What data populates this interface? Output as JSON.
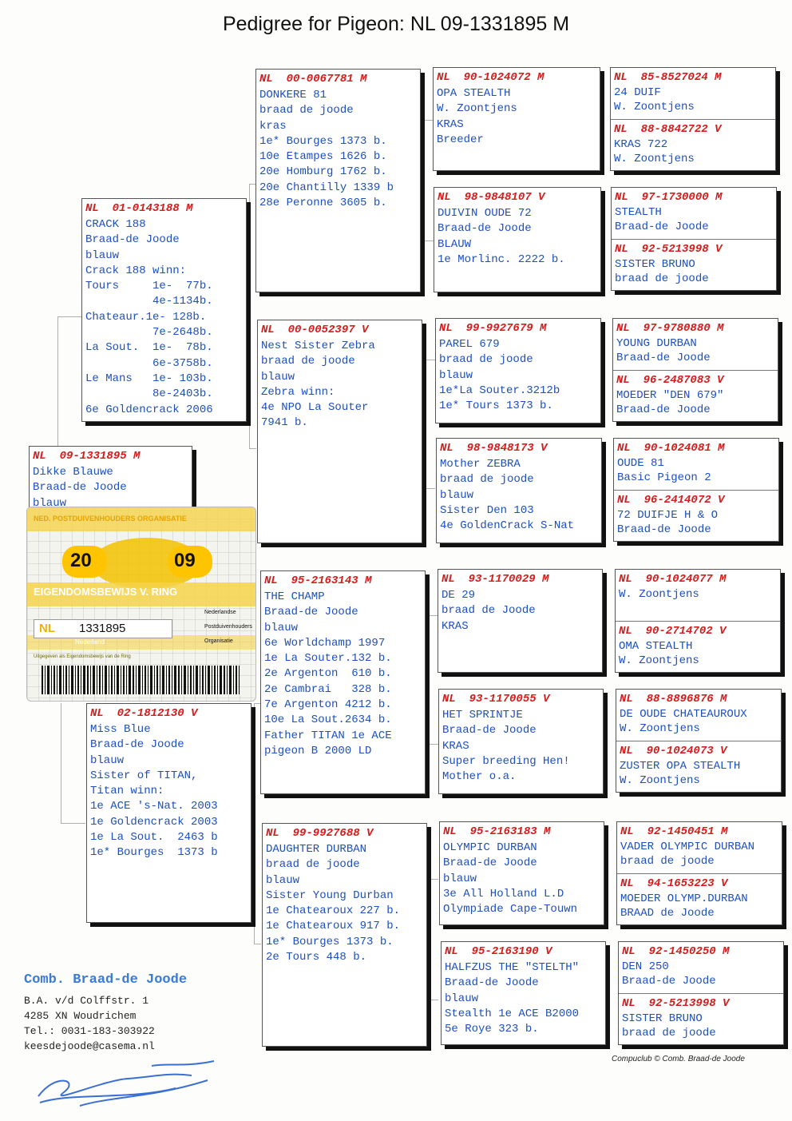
{
  "title": "Pedigree for Pigeon: NL  09-1331895 M",
  "subject": {
    "ring": "NL  09-1331895 M",
    "lines": [
      "Dikke Blauwe",
      "Braad-de Joode",
      "blauw"
    ]
  },
  "sire": {
    "ring": "NL  01-0143188 M",
    "lines": [
      "CRACK 188",
      "Braad-de Joode",
      "blauw",
      "Crack 188 winn:",
      "Tours     1e-  77b.",
      "          4e-1134b.",
      "Chateaur.1e- 128b.",
      "          7e-2648b.",
      "La Sout.  1e-  78b.",
      "          6e-3758b.",
      "Le Mans   1e- 103b.",
      "          8e-2403b.",
      "6e Goldencrack 2006"
    ]
  },
  "dam": {
    "ring": "NL  02-1812130 V",
    "lines": [
      "Miss Blue",
      "Braad-de Joode",
      "blauw",
      "Sister of TITAN,",
      "Titan winn:",
      "1e ACE 's-Nat. 2003",
      "1e Goldencrack 2003",
      "1e La Sout.  2463 b",
      "1e* Bourges  1373 b"
    ]
  },
  "gen3": [
    {
      "ring": "NL  00-0067781 M",
      "lines": [
        "DONKERE 81",
        "braad de joode",
        "kras",
        "1e* Bourges 1373 b.",
        "10e Etampes 1626 b.",
        "20e Homburg 1762 b.",
        "20e Chantilly 1339 b",
        "28e Peronne 3605 b."
      ]
    },
    {
      "ring": "NL  00-0052397 V",
      "lines": [
        "Nest Sister Zebra",
        "braad de joode",
        "blauw",
        "Zebra winn:",
        "4e NPO La Souter",
        "7941 b."
      ]
    },
    {
      "ring": "NL  95-2163143 M",
      "lines": [
        "THE CHAMP",
        "Braad-de Joode",
        "blauw",
        "6e Worldchamp 1997",
        "1e La Souter.132 b.",
        "2e Argenton  610 b.",
        "2e Cambrai   328 b.",
        "7e Argenton 4212 b.",
        "10e La Sout.2634 b.",
        "Father TITAN 1e ACE",
        "pigeon B 2000 LD"
      ]
    },
    {
      "ring": "NL  99-9927688 V",
      "lines": [
        "DAUGHTER DURBAN",
        "braad de joode",
        "blauw",
        "Sister Young Durban",
        "1e Chatearoux 227 b.",
        "1e Chatearoux 917 b.",
        "1e* Bourges 1373 b.",
        "2e Tours 448 b."
      ]
    }
  ],
  "gen4": [
    {
      "ring": "NL  90-1024072 M",
      "lines": [
        "OPA STEALTH",
        "W. Zoontjens",
        "KRAS",
        "Breeder"
      ]
    },
    {
      "ring": "NL  98-9848107 V",
      "lines": [
        "DUIVIN OUDE 72",
        "Braad-de Joode",
        "BLAUW",
        "1e Morlinc. 2222 b."
      ]
    },
    {
      "ring": "NL  99-9927679 M",
      "lines": [
        "PAREL 679",
        "braad de joode",
        "blauw",
        "1e*La Souter.3212b",
        "1e* Tours 1373 b."
      ]
    },
    {
      "ring": "NL  98-9848173 V",
      "lines": [
        "Mother ZEBRA",
        "braad de joode",
        "blauw",
        "Sister Den 103",
        "4e GoldenCrack S-Nat"
      ]
    },
    {
      "ring": "NL  93-1170029 M",
      "lines": [
        "DE 29",
        "braad de Joode",
        "KRAS"
      ]
    },
    {
      "ring": "NL  93-1170055 V",
      "lines": [
        "HET SPRINTJE",
        "Braad-de Joode",
        "KRAS",
        "Super breeding Hen!",
        "Mother o.a."
      ]
    },
    {
      "ring": "NL  95-2163183 M",
      "lines": [
        "OLYMPIC DURBAN",
        "Braad-de Joode",
        "blauw",
        "3e All Holland L.D",
        "Olympiade Cape-Touwn"
      ]
    },
    {
      "ring": "NL  95-2163190 V",
      "lines": [
        "HALFZUS THE \"STELTH\"",
        "Braad-de Joode",
        "blauw",
        "Stealth 1e ACE B2000",
        "5e Roye 323 b."
      ]
    }
  ],
  "gen5": [
    {
      "ring": "NL  85-8527024 M",
      "lines": [
        "24 DUIF",
        "W. Zoontjens"
      ]
    },
    {
      "ring": "NL  88-8842722 V",
      "lines": [
        "KRAS 722",
        "W. Zoontjens"
      ]
    },
    {
      "ring": "NL  97-1730000 M",
      "lines": [
        "STEALTH",
        "Braad-de Joode"
      ]
    },
    {
      "ring": "NL  92-5213998 V",
      "lines": [
        "SISTER BRUNO",
        "braad de joode"
      ]
    },
    {
      "ring": "NL  97-9780880 M",
      "lines": [
        "YOUNG DURBAN",
        "Braad-de Joode"
      ]
    },
    {
      "ring": "NL  96-2487083 V",
      "lines": [
        "MOEDER \"DEN 679\"",
        "Braad-de Joode"
      ]
    },
    {
      "ring": "NL  90-1024081 M",
      "lines": [
        "OUDE 81",
        "Basic Pigeon 2"
      ]
    },
    {
      "ring": "NL  96-2414072 V",
      "lines": [
        "72 DUIFJE H & O",
        "Braad-de Joode"
      ]
    },
    {
      "ring": "NL  90-1024077 M",
      "lines": [
        "",
        "W. Zoontjens"
      ]
    },
    {
      "ring": "NL  90-2714702 V",
      "lines": [
        "OMA STEALTH",
        "W. Zoontjens"
      ]
    },
    {
      "ring": "NL  88-8896876 M",
      "lines": [
        "DE OUDE CHATEAUROUX",
        "W. Zoontjens"
      ]
    },
    {
      "ring": "NL  90-1024073 V",
      "lines": [
        "ZUSTER OPA STEALTH",
        "W. Zoontjens"
      ]
    },
    {
      "ring": "NL  92-1450451 M",
      "lines": [
        "VADER OLYMPIC DURBAN",
        "braad de joode"
      ]
    },
    {
      "ring": "NL  94-1653223 V",
      "lines": [
        "MOEDER OLYMP.DURBAN",
        "BRAAD de Joode"
      ]
    },
    {
      "ring": "NL  92-1450250 M",
      "lines": [
        "DEN 250",
        "Braad-de Joode"
      ]
    },
    {
      "ring": "NL  92-5213998 V",
      "lines": [
        "SISTER BRUNO",
        "braad de joode"
      ]
    }
  ],
  "ring_card": {
    "org_header": "NED. POSTDUIVENHOUDERS ORGANISATIE",
    "year_left": "20",
    "year_right": "09",
    "title": "EIGENDOMSBEWIJS V. RING",
    "country": "NL",
    "number": "1331895",
    "country_name": "Nederland",
    "org_lines": [
      "Nederlandse",
      "Postduivenhouders",
      "Organisatie"
    ],
    "fine_print": "Uitgegeven als Eigendomsbewijs van de Ring"
  },
  "breeder": {
    "name": "Comb. Braad-de Joode",
    "address1": "B.A. v/d Colffstr. 1",
    "address2": "4285 XN  Woudrichem",
    "phone": "Tel.: 0031-183-303922",
    "email": "keesdejoode@casema.nl"
  },
  "footer": "Compuclub © Comb. Braad-de Joode"
}
